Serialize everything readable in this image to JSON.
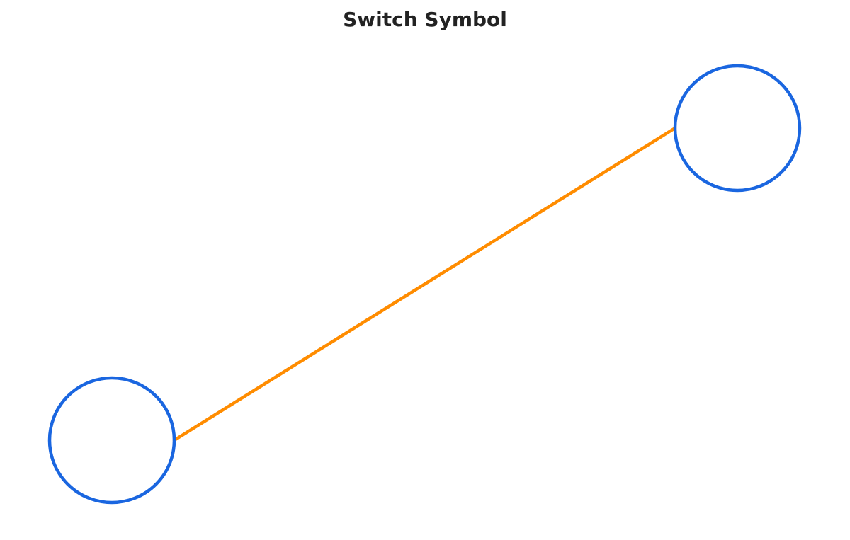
{
  "title": "Switch Symbol",
  "colors": {
    "terminal_stroke": "#1a66e0",
    "contact_arm": "#ff8c00",
    "title_text": "#222222",
    "background": "#ffffff"
  },
  "elements": {
    "terminals": [
      "left-terminal",
      "right-terminal"
    ],
    "contact": "switch-arm"
  }
}
